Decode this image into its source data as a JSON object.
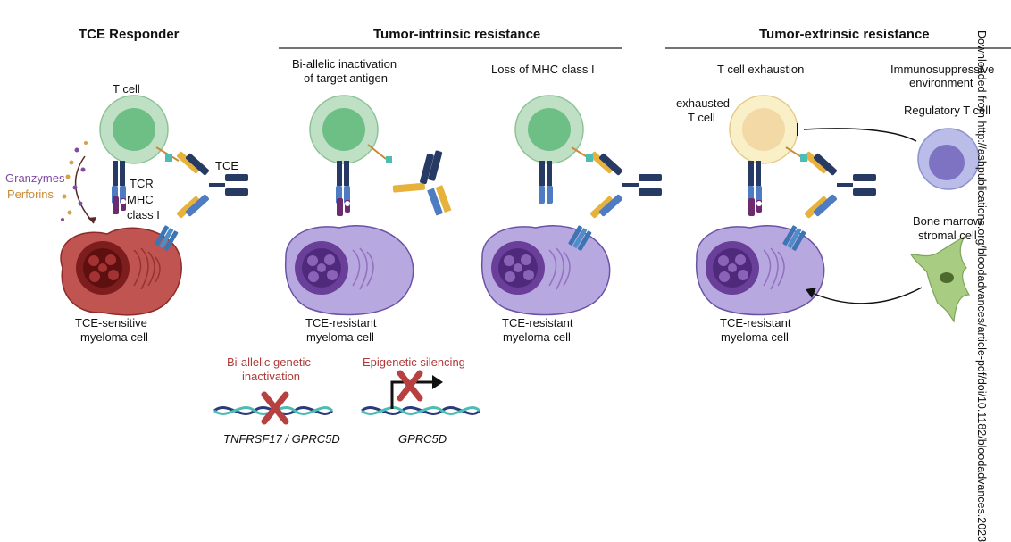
{
  "headings": {
    "responder": "TCE Responder",
    "intrinsic": "Tumor-intrinsic resistance",
    "extrinsic": "Tumor-extrinsic resistance"
  },
  "panel1": {
    "t_cell": "T cell",
    "granzymes": "Granzymes",
    "perforins": "Perforins",
    "tcr": "TCR",
    "mhc": "MHC",
    "class_i": "class I",
    "tce": "TCE",
    "cell_line1": "TCE-sensitive",
    "cell_line2": "myeloma cell"
  },
  "panel2": {
    "title_line1": "Bi-allelic inactivation",
    "title_line2": "of target antigen",
    "cell_line1": "TCE-resistant",
    "cell_line2": "myeloma cell"
  },
  "panel3": {
    "title": "Loss of MHC class I",
    "cell_line1": "TCE-resistant",
    "cell_line2": "myeloma cell"
  },
  "panel4": {
    "title": "T cell exhaustion",
    "exhausted_line1": "exhausted",
    "exhausted_line2": "T cell",
    "cell_line1": "TCE-resistant",
    "cell_line2": "myeloma cell"
  },
  "panel5": {
    "title_line1": "Immunosuppressive",
    "title_line2": "environment",
    "treg": "Regulatory T cell",
    "bm_line1": "Bone marrow",
    "bm_line2": "stromal cell"
  },
  "mechanisms": {
    "genetic_line1": "Bi-allelic genetic",
    "genetic_line2": "inactivation",
    "genetic_gene": "TNFRSF17 / GPRC5D",
    "epigenetic": "Epigenetic silencing",
    "epigenetic_gene": "GPRC5D"
  },
  "watermark": "Downloaded from http://ashpublications.org/bloodadvances/article-pdf/doi/10.1182/bloodadvances.2023",
  "colors": {
    "tcell_fill": "#bfe0c4",
    "tcell_nucleus": "#6dbf86",
    "exhausted_fill": "#faf0c8",
    "exhausted_nucleus": "#f2d9a6",
    "treg_fill": "#b9bde8",
    "treg_nucleus": "#7e73c2",
    "myeloma_red": "#b8403c",
    "myeloma_purple": "#a895d8",
    "stromal": "#a8cd82",
    "navy": "#263a63",
    "gold": "#e6b23b",
    "blue": "#4e7bc1",
    "purple_mhc": "#6b2b6e",
    "teal": "#4dbdb3",
    "granzyme": "#7e4ca3",
    "perforin": "#d8a04a"
  }
}
